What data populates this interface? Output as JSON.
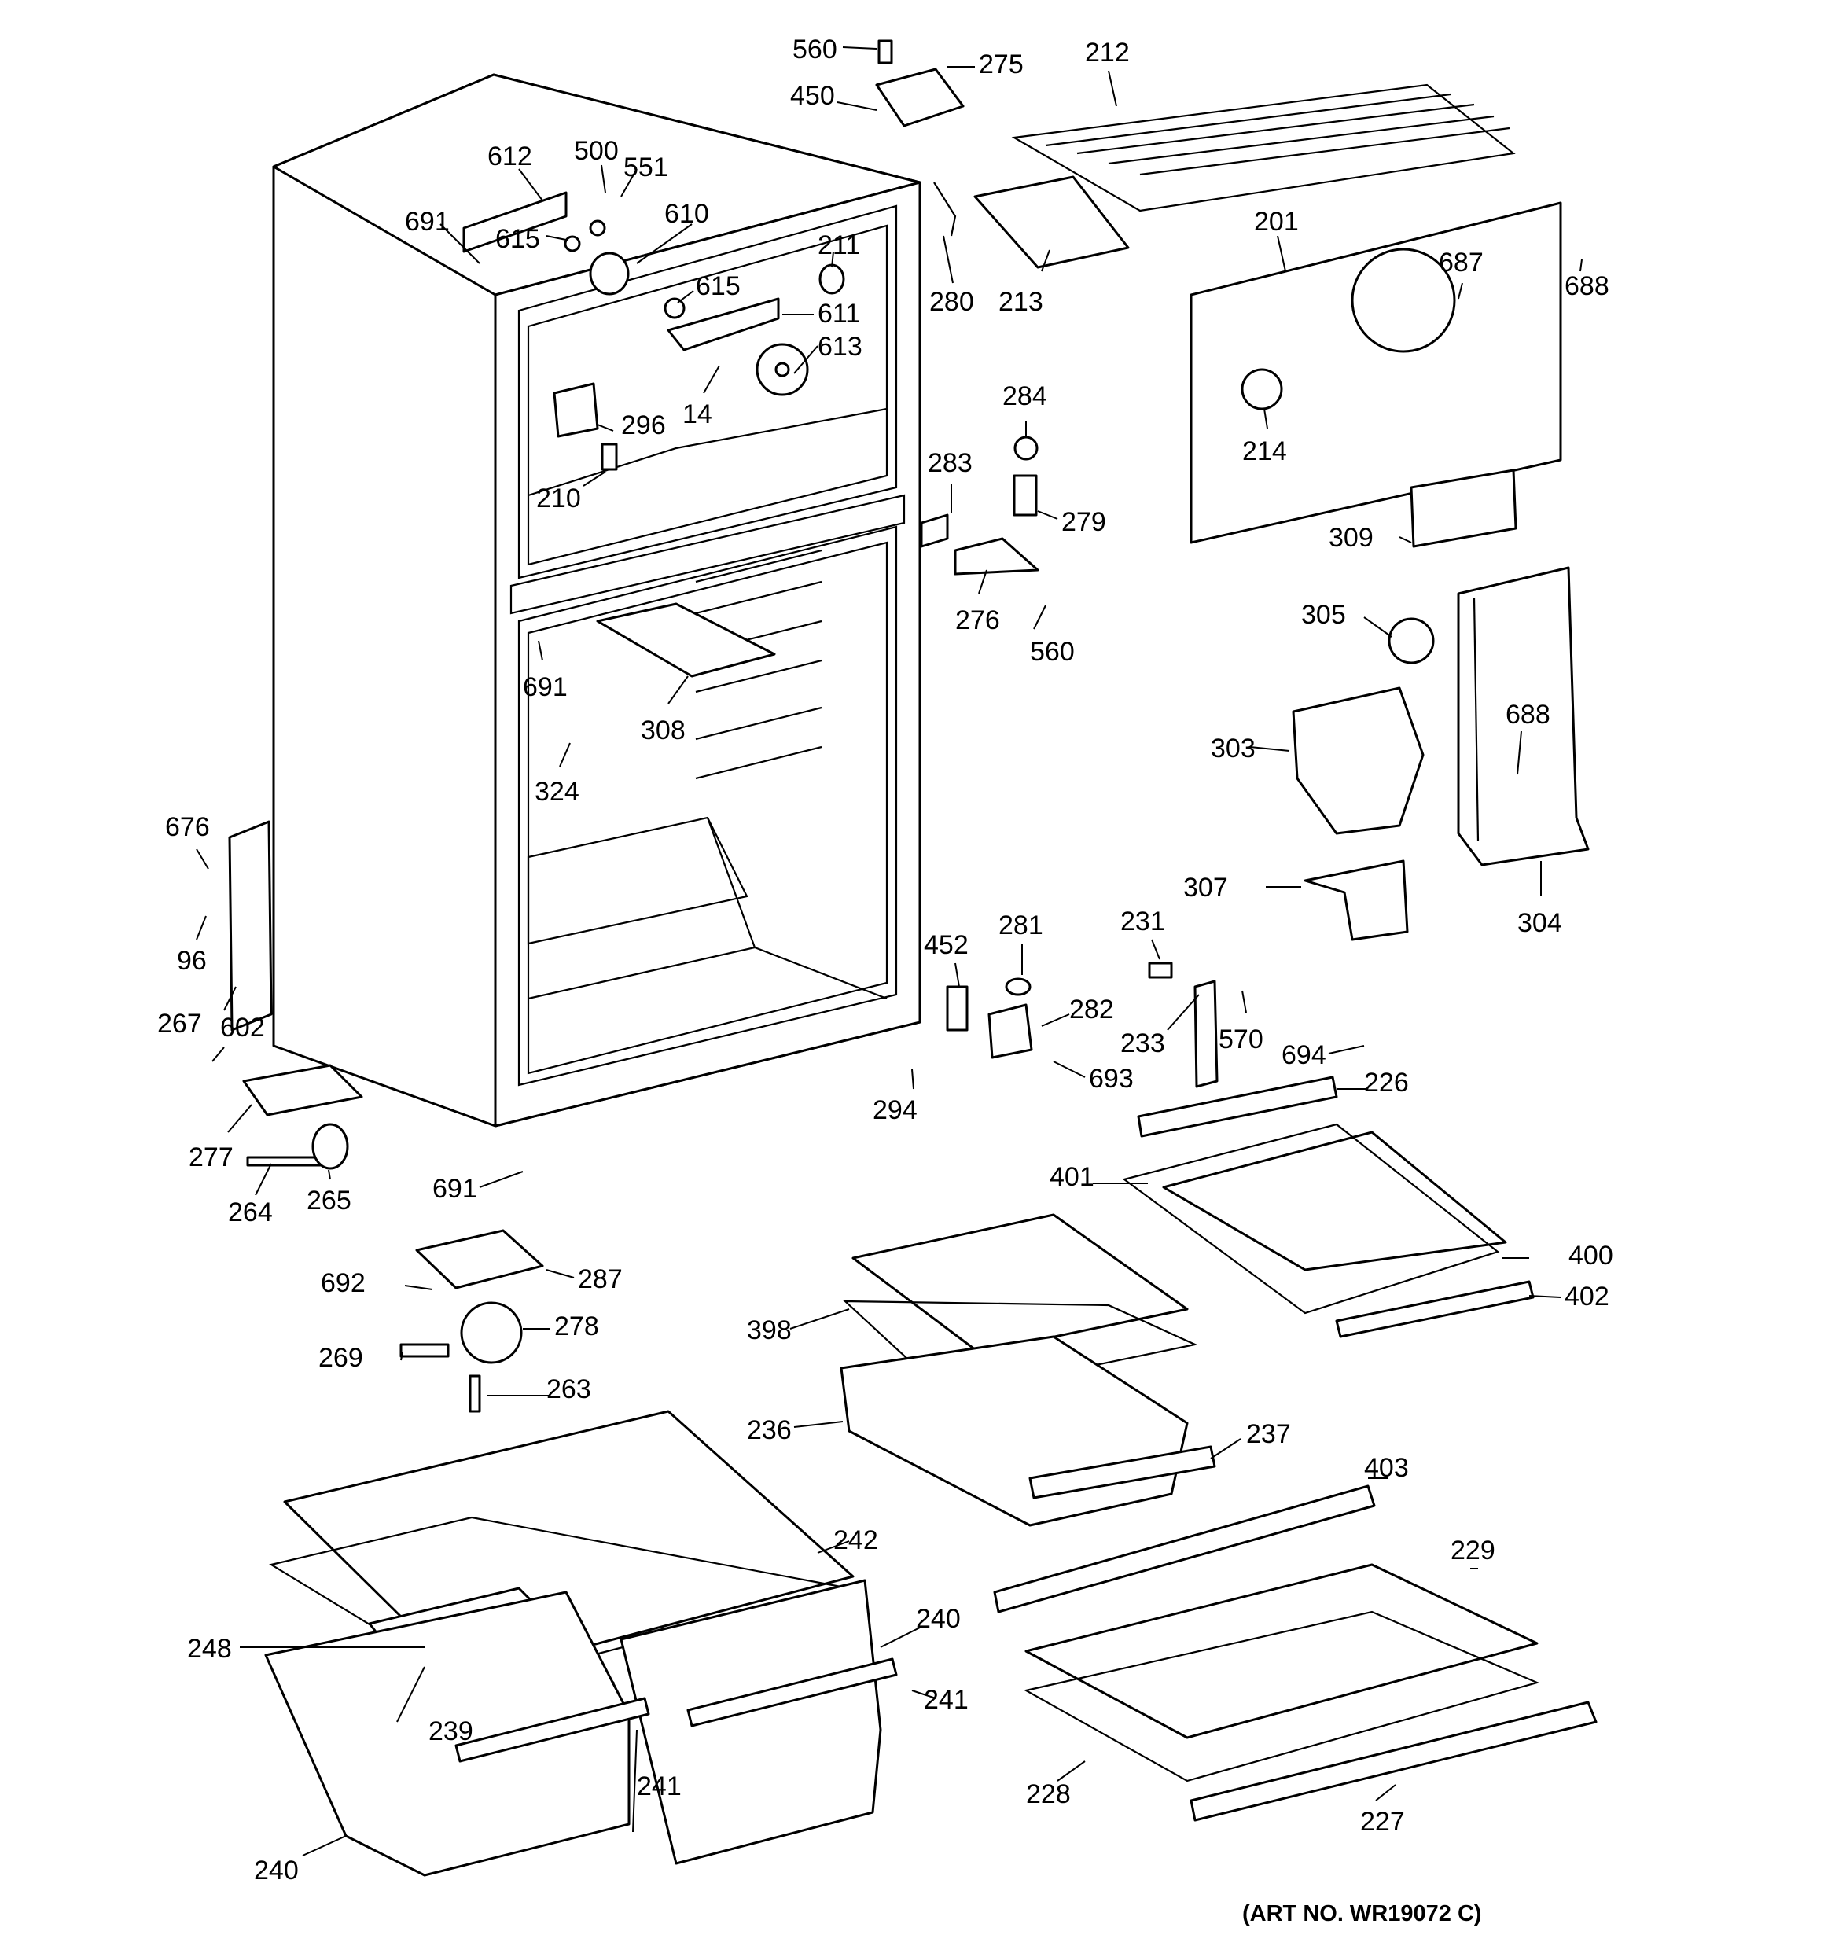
{
  "labels": [
    {
      "id": "p560a",
      "text": "560"
    },
    {
      "id": "p275",
      "text": "275"
    },
    {
      "id": "p450",
      "text": "450"
    },
    {
      "id": "p212",
      "text": "212"
    },
    {
      "id": "p612",
      "text": "612"
    },
    {
      "id": "p500",
      "text": "500"
    },
    {
      "id": "p551",
      "text": "551"
    },
    {
      "id": "p691a",
      "text": "691"
    },
    {
      "id": "p615a",
      "text": "615"
    },
    {
      "id": "p610",
      "text": "610"
    },
    {
      "id": "p211",
      "text": "211"
    },
    {
      "id": "p615b",
      "text": "615"
    },
    {
      "id": "p611",
      "text": "611"
    },
    {
      "id": "p613",
      "text": "613"
    },
    {
      "id": "p14",
      "text": "14"
    },
    {
      "id": "p296",
      "text": "296"
    },
    {
      "id": "p210",
      "text": "210"
    },
    {
      "id": "p280",
      "text": "280"
    },
    {
      "id": "p213",
      "text": "213"
    },
    {
      "id": "p201",
      "text": "201"
    },
    {
      "id": "p687",
      "text": "687"
    },
    {
      "id": "p688a",
      "text": "688"
    },
    {
      "id": "p284",
      "text": "284"
    },
    {
      "id": "p214",
      "text": "214"
    },
    {
      "id": "p283",
      "text": "283"
    },
    {
      "id": "p279",
      "text": "279"
    },
    {
      "id": "p309",
      "text": "309"
    },
    {
      "id": "p276",
      "text": "276"
    },
    {
      "id": "p560b",
      "text": "560"
    },
    {
      "id": "p305",
      "text": "305"
    },
    {
      "id": "p691b",
      "text": "691"
    },
    {
      "id": "p308",
      "text": "308"
    },
    {
      "id": "p303",
      "text": "303"
    },
    {
      "id": "p688b",
      "text": "688"
    },
    {
      "id": "p324",
      "text": "324"
    },
    {
      "id": "p676",
      "text": "676"
    },
    {
      "id": "p307",
      "text": "307"
    },
    {
      "id": "p304",
      "text": "304"
    },
    {
      "id": "p96",
      "text": "96"
    },
    {
      "id": "p452",
      "text": "452"
    },
    {
      "id": "p281",
      "text": "281"
    },
    {
      "id": "p231",
      "text": "231"
    },
    {
      "id": "p267",
      "text": "267"
    },
    {
      "id": "p602",
      "text": "602"
    },
    {
      "id": "p282",
      "text": "282"
    },
    {
      "id": "p233",
      "text": "233"
    },
    {
      "id": "p570",
      "text": "570"
    },
    {
      "id": "p694",
      "text": "694"
    },
    {
      "id": "p693",
      "text": "693"
    },
    {
      "id": "p294",
      "text": "294"
    },
    {
      "id": "p226",
      "text": "226"
    },
    {
      "id": "p277",
      "text": "277"
    },
    {
      "id": "p401",
      "text": "401"
    },
    {
      "id": "p691c",
      "text": "691"
    },
    {
      "id": "p264",
      "text": "264"
    },
    {
      "id": "p265",
      "text": "265"
    },
    {
      "id": "p400",
      "text": "400"
    },
    {
      "id": "p692",
      "text": "692"
    },
    {
      "id": "p287",
      "text": "287"
    },
    {
      "id": "p402",
      "text": "402"
    },
    {
      "id": "p398",
      "text": "398"
    },
    {
      "id": "p278",
      "text": "278"
    },
    {
      "id": "p269",
      "text": "269"
    },
    {
      "id": "p263",
      "text": "263"
    },
    {
      "id": "p236",
      "text": "236"
    },
    {
      "id": "p237",
      "text": "237"
    },
    {
      "id": "p403",
      "text": "403"
    },
    {
      "id": "p242",
      "text": "242"
    },
    {
      "id": "p229",
      "text": "229"
    },
    {
      "id": "p240a",
      "text": "240"
    },
    {
      "id": "p248",
      "text": "248"
    },
    {
      "id": "p241a",
      "text": "241"
    },
    {
      "id": "p239",
      "text": "239"
    },
    {
      "id": "p241b",
      "text": "241"
    },
    {
      "id": "p228",
      "text": "228"
    },
    {
      "id": "p227",
      "text": "227"
    },
    {
      "id": "p240b",
      "text": "240"
    }
  ],
  "art_number": "(ART NO. WR19072 C)"
}
